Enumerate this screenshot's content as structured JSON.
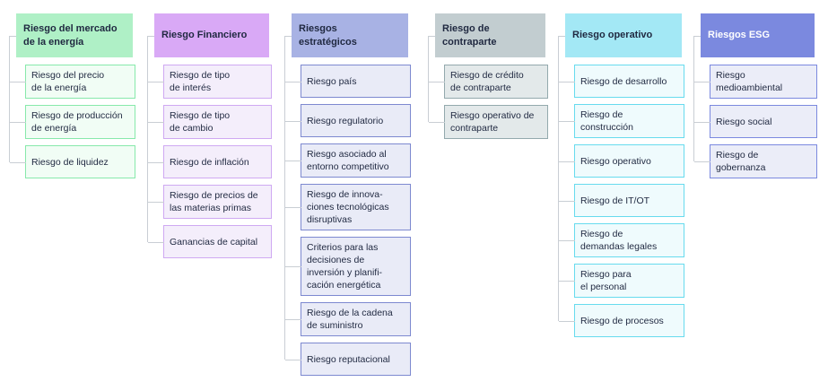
{
  "diagram": {
    "background": "#ffffff",
    "connector_color": "#c9ced4",
    "text_color": "#1f2840",
    "columns": [
      {
        "name": "riesgo-del-mercado-de-la-energia",
        "header": {
          "label": "Riesgo del mercado\nde la energía"
        },
        "colors": {
          "header_bg": "#aff0c6",
          "header_text": "#1f2840",
          "item_bg": "#f1fdf5",
          "item_border": "#87e9ab"
        },
        "items": [
          {
            "label": "Riesgo del precio\nde la energía"
          },
          {
            "label": "Riesgo de producción\nde energía"
          },
          {
            "label": "Riesgo de liquidez"
          }
        ]
      },
      {
        "name": "riesgo-financiero",
        "header": {
          "label": "Riesgo Financiero"
        },
        "colors": {
          "header_bg": "#d9a9f6",
          "header_text": "#1f2840",
          "item_bg": "#f4eefb",
          "item_border": "#cfa9f2"
        },
        "items": [
          {
            "label": "Riesgo de tipo\nde interés"
          },
          {
            "label": "Riesgo de tipo\nde cambio"
          },
          {
            "label": "Riesgo de inflación"
          },
          {
            "label": "Riesgo de precios de\nlas materias primas"
          },
          {
            "label": "Ganancias de capital"
          }
        ]
      },
      {
        "name": "riesgos-estrategicos",
        "header": {
          "label": "Riesgos\nestratégicos"
        },
        "colors": {
          "header_bg": "#a8b2e4",
          "header_text": "#1f2840",
          "item_bg": "#e9ebf7",
          "item_border": "#7d89d0"
        },
        "items": [
          {
            "label": "Riesgo país"
          },
          {
            "label": "Riesgo regulatorio"
          },
          {
            "label": "Riesgo asociado al\nentorno competitivo"
          },
          {
            "label": "Riesgo de innova-\nciones tecnológicas\ndisruptivas"
          },
          {
            "label": "Criterios para las\ndecisiones de\ninversión y planifi-\ncación energética"
          },
          {
            "label": "Riesgo de la cadena\nde suministro"
          },
          {
            "label": "Riesgo reputacional"
          }
        ]
      },
      {
        "name": "riesgo-de-contraparte",
        "header": {
          "label": "Riesgo de\ncontraparte"
        },
        "colors": {
          "header_bg": "#c2cdd0",
          "header_text": "#1f2840",
          "item_bg": "#e3e9ea",
          "item_border": "#93a9ad"
        },
        "items": [
          {
            "label": "Riesgo de crédito\nde contraparte"
          },
          {
            "label": "Riesgo operativo de\ncontraparte"
          }
        ]
      },
      {
        "name": "riesgo-operativo",
        "header": {
          "label": "Riesgo operativo"
        },
        "colors": {
          "header_bg": "#a3e8f5",
          "header_text": "#1f2840",
          "item_bg": "#effbfd",
          "item_border": "#67dbee"
        },
        "items": [
          {
            "label": "Riesgo de desarrollo"
          },
          {
            "label": "Riesgo de\nconstrucción"
          },
          {
            "label": "Riesgo operativo"
          },
          {
            "label": "Riesgo de IT/OT"
          },
          {
            "label": "Riesgo de\ndemandas legales"
          },
          {
            "label": "Riesgo para\nel personal"
          },
          {
            "label": "Riesgo de procesos"
          }
        ]
      },
      {
        "name": "riesgos-esg",
        "header": {
          "label": "Riesgos ESG"
        },
        "colors": {
          "header_bg": "#7b89df",
          "header_text": "#ffffff",
          "item_bg": "#ebedf8",
          "item_border": "#7b89df"
        },
        "items": [
          {
            "label": "Riesgo\nmedioambiental"
          },
          {
            "label": "Riesgo social"
          },
          {
            "label": "Riesgo de\ngobernanza"
          }
        ]
      }
    ]
  }
}
